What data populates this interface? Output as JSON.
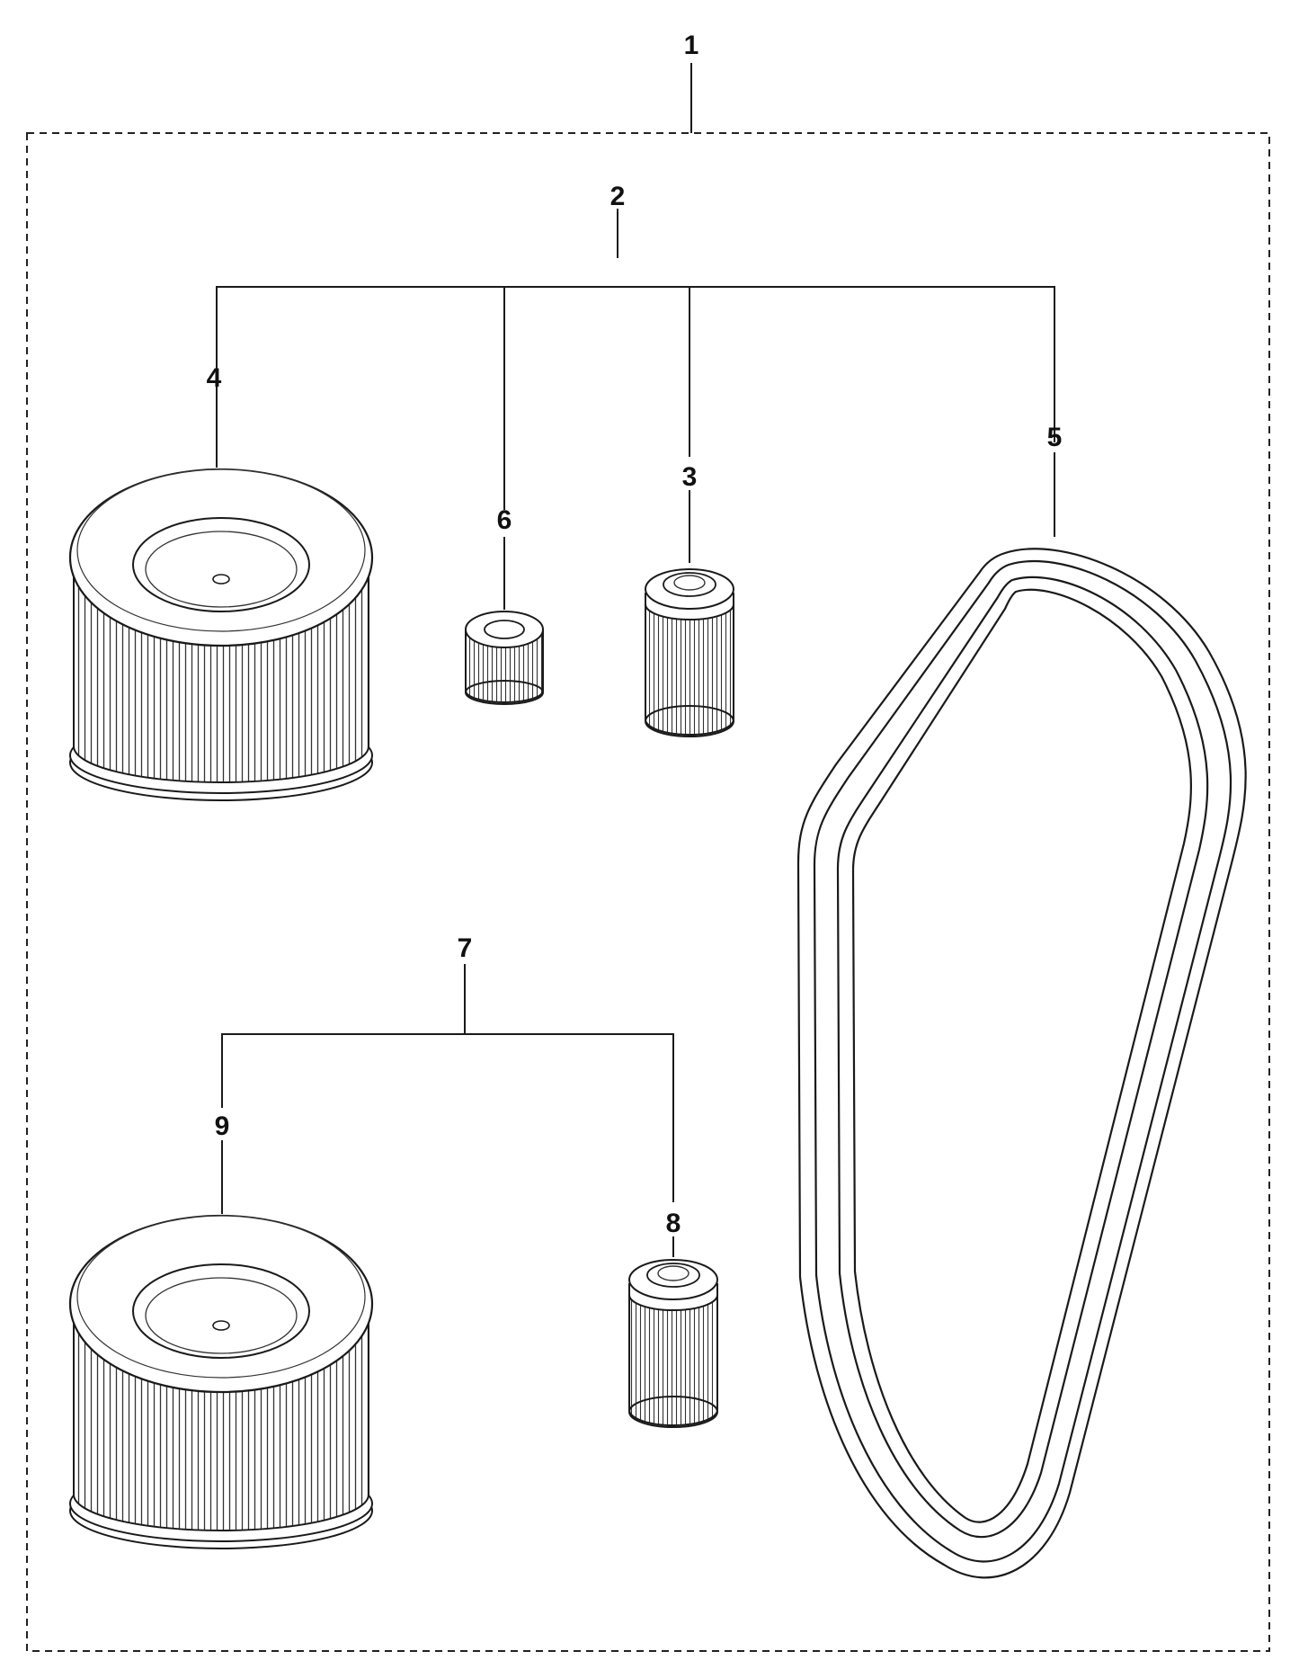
{
  "colors": {
    "line": "#1a1a1a",
    "fill": "#ffffff",
    "border": "#222222"
  },
  "callouts": {
    "c1": "1",
    "c2": "2",
    "c3": "3",
    "c4": "4",
    "c5": "5",
    "c6": "6",
    "c7": "7",
    "c8": "8",
    "c9": "9"
  },
  "parts": [
    {
      "ref": "c4",
      "icon": "large-air-filter-icon"
    },
    {
      "ref": "c6",
      "icon": "small-fuel-filter-icon"
    },
    {
      "ref": "c3",
      "icon": "fuel-filter-icon"
    },
    {
      "ref": "c5",
      "icon": "drive-belt-icon"
    },
    {
      "ref": "c9",
      "icon": "large-air-filter-icon"
    },
    {
      "ref": "c8",
      "icon": "fuel-filter-icon"
    }
  ]
}
